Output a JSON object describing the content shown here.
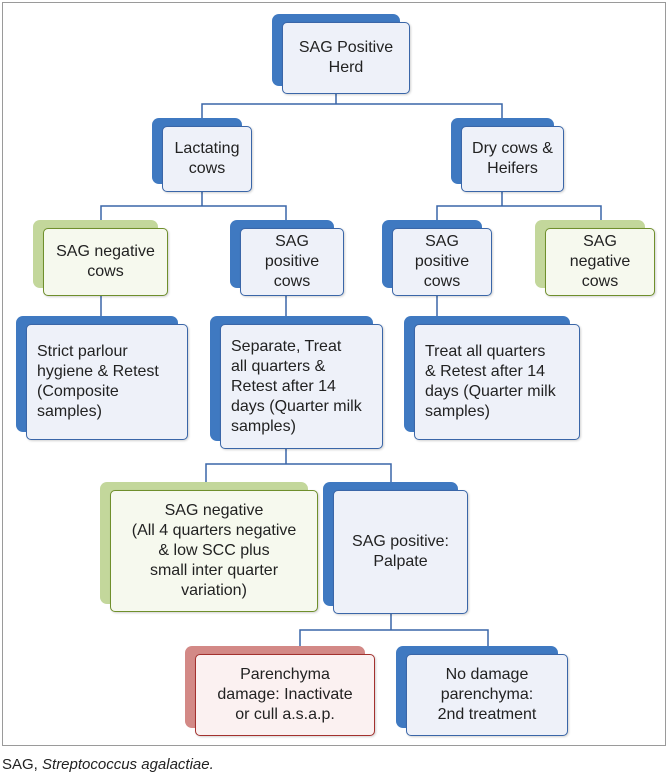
{
  "nodes": {
    "herd": {
      "text": "SAG Positive\nHerd",
      "color": "blue"
    },
    "lactating": {
      "text": "Lactating\ncows",
      "color": "blue"
    },
    "dry": {
      "text": "Dry cows &\nHeifers",
      "color": "blue"
    },
    "lact_neg": {
      "text": "SAG negative\ncows",
      "color": "green"
    },
    "lact_pos": {
      "text": "SAG positive\ncows",
      "color": "blue"
    },
    "dry_pos": {
      "text": "SAG positive\ncows",
      "color": "blue"
    },
    "dry_neg": {
      "text": "SAG negative\ncows",
      "color": "green"
    },
    "strict": {
      "text": "Strict parlour\nhygiene & Retest\n(Composite\nsamples)",
      "color": "blue"
    },
    "separate": {
      "text": "Separate, Treat\nall quarters &\nRetest after 14\ndays (Quarter milk\nsamples)",
      "color": "blue"
    },
    "treat_dry": {
      "text": "Treat all quarters\n& Retest after 14\ndays (Quarter milk\nsamples)",
      "color": "blue"
    },
    "retest_neg": {
      "text": "SAG negative\n(All 4 quarters negative\n& low SCC plus\nsmall inter quarter\nvariation)",
      "color": "green"
    },
    "retest_pos": {
      "text": "SAG positive:\nPalpate",
      "color": "blue"
    },
    "damage": {
      "text": "Parenchyma\ndamage: Inactivate\nor cull a.s.a.p.",
      "color": "red"
    },
    "no_damage": {
      "text": "No damage\nparenchyma:\n2nd treatment",
      "color": "blue"
    }
  },
  "caption": {
    "prefix": "SAG, ",
    "term": "Streptococcus agalactiae."
  }
}
